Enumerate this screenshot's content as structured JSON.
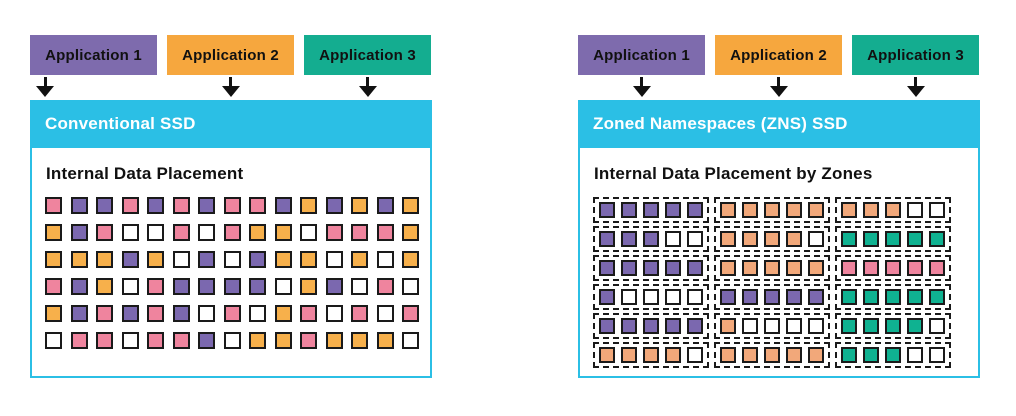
{
  "palette": {
    "cyan_header": "#2bbfe5",
    "black_border": "#1a1a1a",
    "background": "#ffffff"
  },
  "cell_colors": {
    "P": "#7b68af",
    "O": "#f7b04b",
    "S": "#f2a87a",
    "T": "#0fb291",
    "K": "#ef849e",
    "W": "#ffffff"
  },
  "cell_legend": {
    "P": "application-1-purple-block",
    "O": "application-2-orange-block",
    "S": "application-2-orange-block",
    "T": "application-3-teal-block",
    "K": "pink-block",
    "W": "empty-block"
  },
  "left_panel": {
    "applications": [
      {
        "label": "Application 1",
        "color": "#7e6bad",
        "arrow_align": "left"
      },
      {
        "label": "Application 2",
        "color": "#f6a73e",
        "arrow_align": "center"
      },
      {
        "label": "Application 3",
        "color": "#14ad90",
        "arrow_align": "center"
      }
    ],
    "ssd_title": "Conventional SSD",
    "placement_title": "Internal Data Placement",
    "grid_rows": [
      "KPPKPKPKKPOPOPO",
      "OPKWWKWKOOWKKKO",
      "OOOPOWPWPOOWOWO",
      "KPOWKPPPPWOPWKW",
      "OPKPKPWKWOKWKWK",
      "WKKWKKPWOOKOOOW"
    ]
  },
  "right_panel": {
    "applications": [
      {
        "label": "Application 1",
        "color": "#7e6bad",
        "arrow_align": "center"
      },
      {
        "label": "Application 2",
        "color": "#f6a73e",
        "arrow_align": "center"
      },
      {
        "label": "Application 3",
        "color": "#14ad90",
        "arrow_align": "center"
      }
    ],
    "ssd_title": "Zoned Namespaces (ZNS) SSD",
    "placement_title": "Internal Data Placement by Zones",
    "zone_rows": [
      [
        "PPPPP",
        "SSSSS",
        "SSSWW"
      ],
      [
        "PPPWW",
        "SSSSW",
        "TTTTT"
      ],
      [
        "PPPPP",
        "SSSSS",
        "KKKKK"
      ],
      [
        "PWWWW",
        "PPPPP",
        "TTTTT"
      ],
      [
        "PPPPP",
        "SWWWW",
        "TTTTW"
      ],
      [
        "SSSSW",
        "SSSSS",
        "TTTWW"
      ]
    ]
  }
}
